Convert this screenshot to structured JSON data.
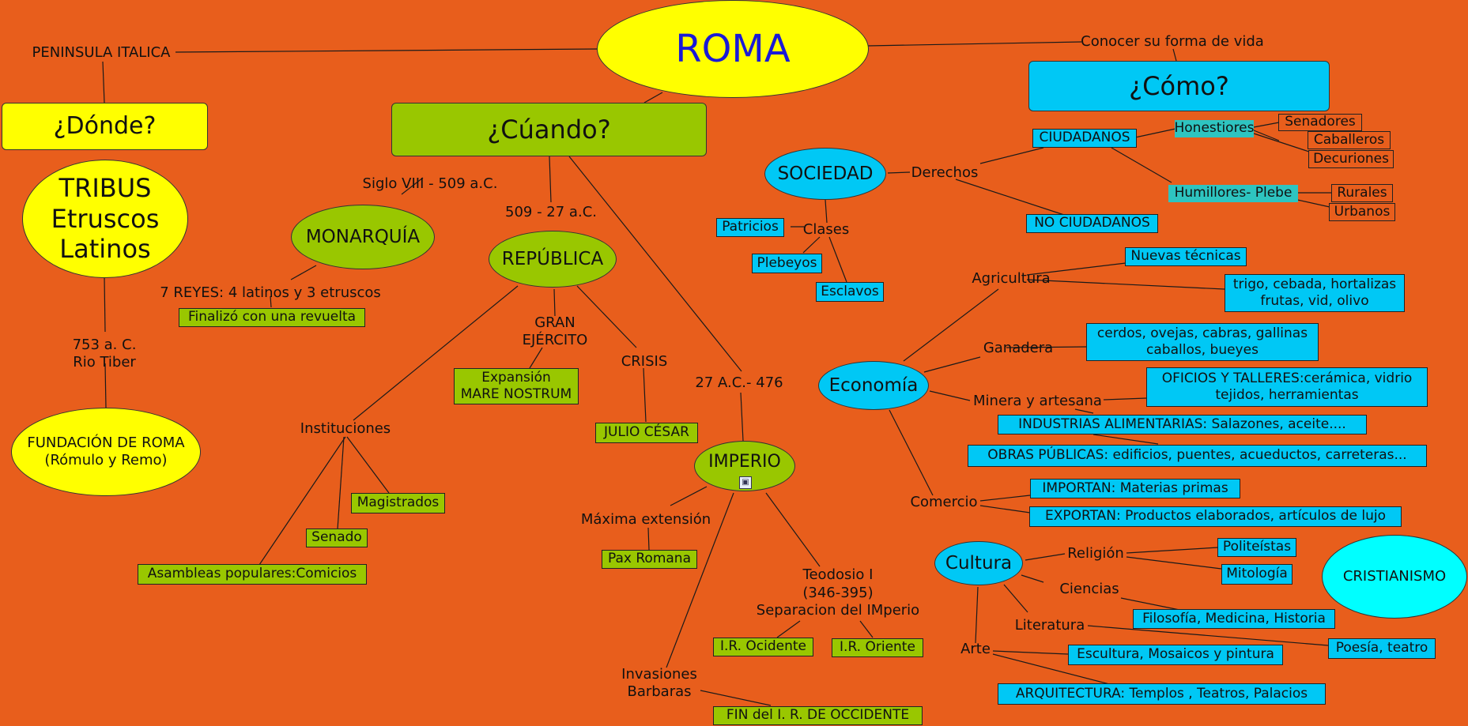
{
  "diagram": {
    "title": "ROMA",
    "left": {
      "peninsula": "PENINSULA ITALICA",
      "where": "¿Dónde?",
      "tribus": [
        "TRIBUS",
        "Etruscos",
        "Latinos"
      ],
      "date_place": [
        "753 a. C.",
        "Rio Tiber"
      ],
      "founding": [
        "FUNDACIÓN DE ROMA",
        "(Rómulo y Remo)"
      ]
    },
    "center": {
      "when": "¿Cúando?",
      "siglo": "Siglo VIII - 509 a.C.",
      "monarquia": "MONARQUÍA",
      "reyes": "7 REYES: 4 latinos y 3 etruscos",
      "revuelta": "Finalizó con una revuelta",
      "rep_dates": "509 - 27 a.C.",
      "republica": "REPÚBLICA",
      "ejercito": [
        "GRAN",
        "EJÉRCITO"
      ],
      "expansion": [
        "Expansión",
        "MARE NOSTRUM"
      ],
      "crisis": "CRISIS",
      "cesar": "JULIO CÉSAR",
      "instituciones": "Instituciones",
      "magistrados": "Magistrados",
      "senado": "Senado",
      "asambleas": "Asambleas populares:Comicios",
      "imp_dates": "27 A.C.- 476",
      "imperio": "IMPERIO",
      "maxima": "Máxima extensión",
      "pax": "Pax Romana",
      "teodosio": [
        "Teodosio I",
        "(346-395)",
        "Separacion del IMperio"
      ],
      "occidente": "I.R. Ocidente",
      "oriente": "I.R. Oriente",
      "invasiones": [
        "Invasiones",
        "Barbaras"
      ],
      "fin": "FIN del I. R. DE OCCIDENTE"
    },
    "right": {
      "conocer": "Conocer su forma de vida",
      "how": "¿Cómo?",
      "sociedad": "SOCIEDAD",
      "derechos": "Derechos",
      "ciudadanos": "CIUDADANOS",
      "honestiores": "Honestiores",
      "senadores": "Senadores",
      "caballeros": "Caballeros",
      "decuriones": "Decuriones",
      "humillores": "Humillores- Plebe",
      "rurales": "Rurales",
      "urbanos": "Urbanos",
      "no_ciudadanos": "NO CIUDADANOS",
      "clases": "Clases",
      "patricios": "Patricios",
      "plebeyos": "Plebeyos",
      "esclavos": "Esclavos",
      "economia": "Economía",
      "agricultura": "Agricultura",
      "nuevas": "Nuevas técnicas",
      "cultivos": [
        "trigo, cebada, hortalizas",
        "frutas, vid, olivo"
      ],
      "ganadera": "Ganadera",
      "animales": [
        "cerdos, ovejas, cabras, gallinas",
        "caballos, bueyes"
      ],
      "minera": "Minera y artesana",
      "oficios": [
        "OFICIOS Y TALLERES:cerámica, vidrio",
        "tejidos, herramientas"
      ],
      "industrias": "INDUSTRIAS ALIMENTARIAS: Salazones, aceite....",
      "obras": "OBRAS PÚBLICAS: edificios, puentes, acueductos, carreteras...",
      "comercio": "Comercio",
      "importan": "IMPORTAN: Materias primas",
      "exportan": "EXPORTAN: Productos elaborados, artículos de lujo",
      "cultura": "Cultura",
      "religion": "Religión",
      "politeistas": "Politeístas",
      "mitologia": "Mitología",
      "ciencias": "Ciencias",
      "filosofia": "Filosofía, Medicina, Historia",
      "literatura": "Literatura",
      "poesia": "Poesía, teatro",
      "arte": "Arte",
      "escultura": "Escultura, Mosaicos y pintura",
      "arquitectura": "ARQUITECTURA: Templos , Teatros, Palacios",
      "cristianismo": "CRISTIANISMO"
    }
  },
  "colors": {
    "background": "#e85e1c",
    "yellow": "#ffff00",
    "green": "#99c700",
    "blue": "#00c8f5",
    "cyan": "#00ffff",
    "teal_label": "#2ec4c0",
    "title_text": "#1a1ad6"
  }
}
